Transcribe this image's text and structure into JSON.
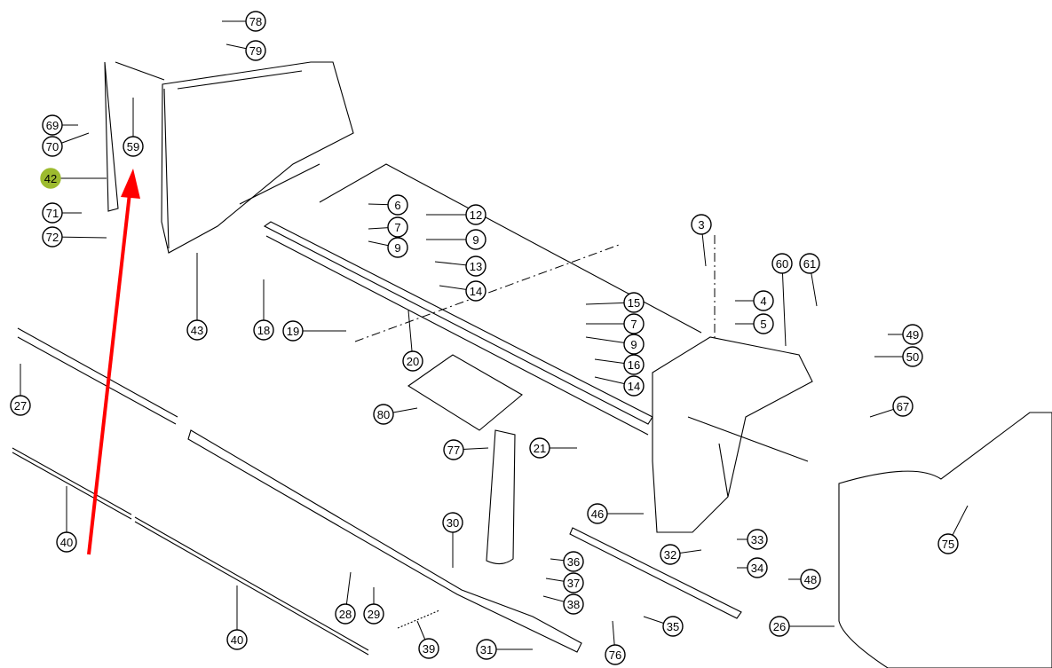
{
  "diagram": {
    "callouts": [
      {
        "label": "78"
      },
      {
        "label": "79"
      },
      {
        "label": "69"
      },
      {
        "label": "70"
      },
      {
        "label": "59"
      },
      {
        "label": "42",
        "highlighted": true
      },
      {
        "label": "71"
      },
      {
        "label": "72"
      },
      {
        "label": "6"
      },
      {
        "label": "7"
      },
      {
        "label": "9"
      },
      {
        "label": "12"
      },
      {
        "label": "9"
      },
      {
        "label": "13"
      },
      {
        "label": "14"
      },
      {
        "label": "3"
      },
      {
        "label": "60"
      },
      {
        "label": "61"
      },
      {
        "label": "4"
      },
      {
        "label": "5"
      },
      {
        "label": "15"
      },
      {
        "label": "7"
      },
      {
        "label": "9"
      },
      {
        "label": "16"
      },
      {
        "label": "14"
      },
      {
        "label": "49"
      },
      {
        "label": "50"
      },
      {
        "label": "67"
      },
      {
        "label": "43"
      },
      {
        "label": "18"
      },
      {
        "label": "19"
      },
      {
        "label": "20"
      },
      {
        "label": "80"
      },
      {
        "label": "27"
      },
      {
        "label": "77"
      },
      {
        "label": "21"
      },
      {
        "label": "46"
      },
      {
        "label": "75"
      },
      {
        "label": "40"
      },
      {
        "label": "30"
      },
      {
        "label": "36"
      },
      {
        "label": "37"
      },
      {
        "label": "38"
      },
      {
        "label": "32"
      },
      {
        "label": "33"
      },
      {
        "label": "34"
      },
      {
        "label": "48"
      },
      {
        "label": "28"
      },
      {
        "label": "29"
      },
      {
        "label": "39"
      },
      {
        "label": "31"
      },
      {
        "label": "40"
      },
      {
        "label": "76"
      },
      {
        "label": "35"
      },
      {
        "label": "26"
      }
    ],
    "highlight_color": "#9dbb2f",
    "arrow_color": "#ff0000"
  }
}
